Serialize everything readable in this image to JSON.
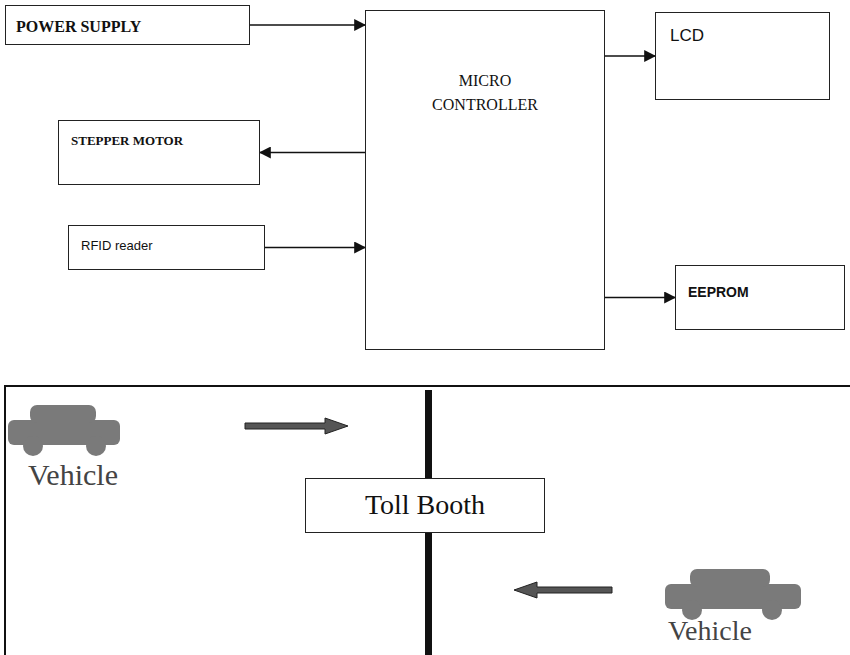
{
  "diagram": {
    "nodes": [
      {
        "text": [
          "POWER SUPPLY"
        ]
      },
      {
        "text": [
          "MICRO CONTROLLER"
        ]
      },
      {
        "text": [
          "LCD"
        ]
      },
      {
        "text": [
          "STEPPER MOTOR"
        ]
      },
      {
        "text": [
          "RFID reader"
        ]
      },
      {
        "text": [
          "EEPROM"
        ]
      },
      {
        "text": [
          "Toll Booth"
        ]
      }
    ],
    "edges": [
      {
        "from": 0,
        "to": 1,
        "arrow": "to"
      },
      {
        "from": 1,
        "to": 2,
        "arrow": "to"
      },
      {
        "from": 1,
        "to": 3,
        "arrow": "to"
      },
      {
        "from": 4,
        "to": 1,
        "arrow": "to"
      },
      {
        "from": 1,
        "to": 5,
        "arrow": "to"
      }
    ],
    "labels": [
      "Vehicle",
      "Vehicle"
    ]
  }
}
